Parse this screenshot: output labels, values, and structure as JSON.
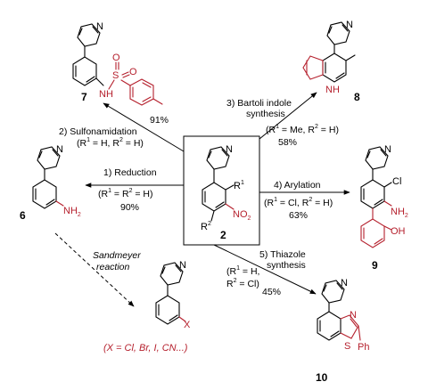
{
  "colors": {
    "highlight": "#b5202d",
    "ink": "#000000"
  },
  "compounds": {
    "c2": {
      "number": "2",
      "r1": "R",
      "r1_sup": "1",
      "r2": "R",
      "r2_sup": "2",
      "no2_main": "NO",
      "no2_sub": "2"
    },
    "c6": {
      "number": "6",
      "nh2_main": "NH",
      "nh2_sub": "2"
    },
    "c7": {
      "number": "7",
      "atoms": {
        "s": "S",
        "o1": "O",
        "o2": "O",
        "nh": "H",
        "n": "N"
      }
    },
    "c8": {
      "number": "8",
      "nh": "NH"
    },
    "c9": {
      "number": "9",
      "cl": "Cl",
      "nh2_main": "NH",
      "nh2_sub": "2",
      "oh": "OH"
    },
    "c10": {
      "number": "10",
      "s": "S",
      "n": "N",
      "ph": "Ph"
    },
    "cx": {
      "x": "X",
      "note": "(X = Cl, Br, I, CN...)"
    },
    "pyridine_n": "N"
  },
  "reactions": {
    "r1": {
      "label": "1) Reduction",
      "cond_pre": "(R",
      "cond_mid1": " = R",
      "cond_post": " = H)",
      "yield": "90%"
    },
    "r2": {
      "label": "2) Sulfonamidation",
      "cond_pre": "(R",
      "cond_mid1": " = H, R",
      "cond_post": " = H)",
      "yield": "91%"
    },
    "r3": {
      "label1": "3) Bartoli indole",
      "label2": "synthesis",
      "cond_pre": "(R",
      "cond_mid1": " = Me, R",
      "cond_post": " = H)",
      "yield": "58%"
    },
    "r4": {
      "label": "4) Arylation",
      "cond_pre": "(R",
      "cond_mid1": " = Cl, R",
      "cond_post": " = H)",
      "yield": "63%"
    },
    "r5": {
      "label1": "5) Thiazole",
      "label2": "synthesis",
      "cond_a_pre": "(R",
      "cond_a_post": " = H,",
      "cond_b_pre": "R",
      "cond_b_post": " = Cl)",
      "yield": "45%"
    },
    "sand": {
      "label1": "Sandmeyer",
      "label2": "reaction"
    },
    "sup1": "1",
    "sup2": "2"
  }
}
